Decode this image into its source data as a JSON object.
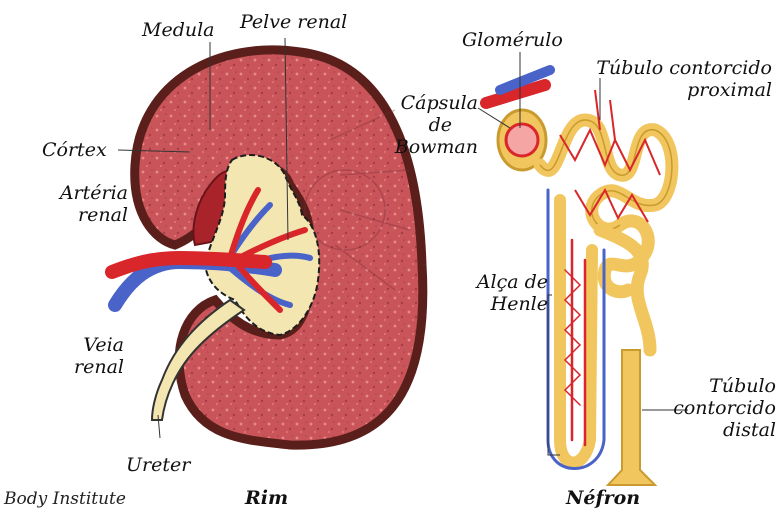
{
  "kidney": {
    "medula": "Medula",
    "pelve_renal": "Pelve renal",
    "cortex": "Córtex",
    "arteria_renal_1": "Artéria",
    "arteria_renal_2": "renal",
    "veia_renal_1": "Veia",
    "veia_renal_2": "renal",
    "ureter": "Ureter",
    "caption": "Rim"
  },
  "nephron": {
    "glomerulo": "Glomérulo",
    "capsula_1": "Cápsula",
    "capsula_2": "de",
    "capsula_3": "Bowman",
    "tubulo_proximal_1": "Túbulo contorcido",
    "tubulo_proximal_2": "proximal",
    "alca_1": "Alça de",
    "alca_2": "Henle",
    "tubulo_distal_1": "Túbulo",
    "tubulo_distal_2": "contorcido",
    "tubulo_distal_3": "distal",
    "caption": "Néfron"
  },
  "credit": "Body Institute",
  "colors": {
    "cortex": "#c9555a",
    "capsule_edge": "#5a1f1a",
    "medulla": "#a8242a",
    "pelvis": "#f4e6b0",
    "artery": "#d8262a",
    "vein": "#4a63c8",
    "tubule": "#f2c65e",
    "tubule_edge": "#c99a2e"
  }
}
